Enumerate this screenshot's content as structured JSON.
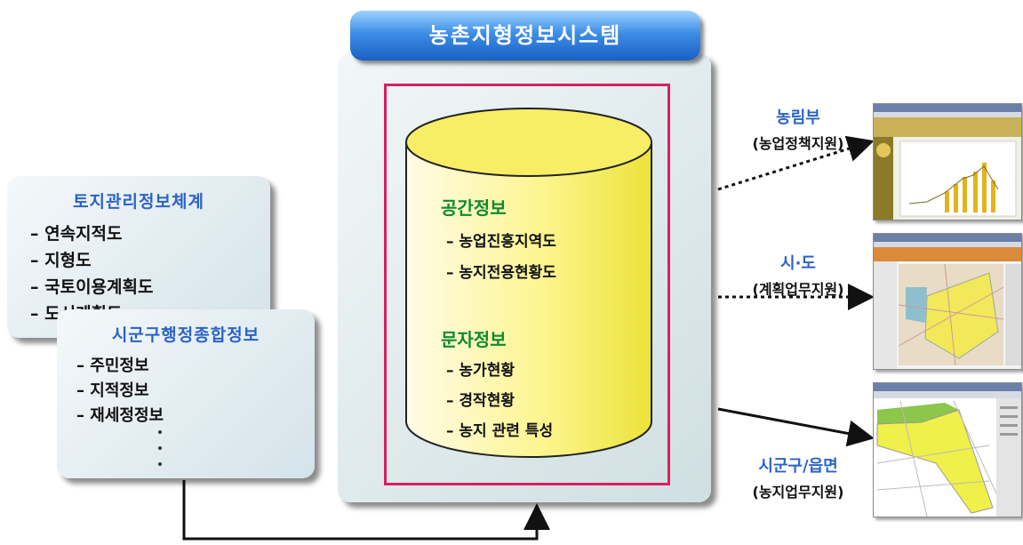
{
  "system_title": "농촌지형정보시스템",
  "land_info": {
    "title": "토지관리정보체계",
    "items": [
      "– 연속지적도",
      "– 지형도",
      "– 국토이용계획도",
      "– 도시계획도"
    ]
  },
  "admin_info": {
    "title": "시군구행정종합정보",
    "items": [
      "– 주민정보",
      "– 지적정보",
      "– 재세정정보"
    ]
  },
  "spatial_info": {
    "title": "공간정보",
    "items": [
      "– 농업진흥지역도",
      "– 농지전용현황도"
    ]
  },
  "attribute_info": {
    "title": "문자정보",
    "items": [
      "– 농가현황",
      "– 경작현황",
      "– 농지 관련 특성"
    ]
  },
  "outputs": [
    {
      "name": "농림부",
      "desc": "(농업정책지원)"
    },
    {
      "name": "시·도",
      "desc": "(계획업무지원)"
    },
    {
      "name": "시군구/읍면",
      "desc": "(농지업무지원)"
    }
  ]
}
